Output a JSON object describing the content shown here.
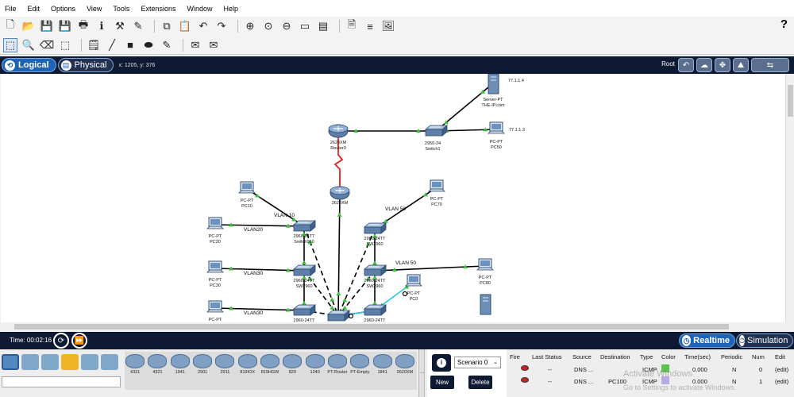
{
  "menu": [
    "File",
    "Edit",
    "Options",
    "View",
    "Tools",
    "Extensions",
    "Window",
    "Help"
  ],
  "help_label": "?",
  "tabs": {
    "logical": "Logical",
    "physical": "Physical",
    "coords": "x: 1205, y: 376",
    "root": "Root"
  },
  "network": {
    "devices": [
      {
        "id": "server",
        "type": "server",
        "labels": [
          "Server-PT",
          "THE-IP.com"
        ],
        "ip": "77.1.1.4"
      },
      {
        "id": "switch1",
        "type": "switch",
        "labels": [
          "2950-24",
          "Switch1"
        ]
      },
      {
        "id": "pc50",
        "type": "pc",
        "labels": [
          "PC-PT",
          "PC50"
        ],
        "ip": "77.1.1.3"
      },
      {
        "id": "router0",
        "type": "router",
        "labels": [
          "2620XM",
          "Router0"
        ]
      },
      {
        "id": "router2",
        "type": "router",
        "labels": [
          "2620XM"
        ]
      },
      {
        "id": "pc10",
        "type": "pc",
        "labels": [
          "PC-PT",
          "PC10"
        ]
      },
      {
        "id": "pc20",
        "type": "pc",
        "labels": [
          "PC-PT",
          "PC20"
        ]
      },
      {
        "id": "pc30",
        "type": "pc",
        "labels": [
          "PC-PT",
          "PC30"
        ]
      },
      {
        "id": "pc_b",
        "type": "pc",
        "labels": [
          "PC-PT"
        ]
      },
      {
        "id": "swa",
        "type": "switch",
        "labels": [
          "2960-24TT",
          "Switch960"
        ]
      },
      {
        "id": "swb",
        "type": "switch",
        "labels": [
          "2960-24TT",
          "SW2960"
        ]
      },
      {
        "id": "swc",
        "type": "switch",
        "labels": [
          "2960-24TT"
        ]
      },
      {
        "id": "pc70",
        "type": "pc",
        "labels": [
          "PC-PT",
          "PC70"
        ]
      },
      {
        "id": "swd",
        "type": "switch",
        "labels": [
          "2960-24TT",
          "SW2960"
        ]
      },
      {
        "id": "swe",
        "type": "switch",
        "labels": [
          "2960-24TT",
          "SW2960"
        ]
      },
      {
        "id": "swf",
        "type": "switch",
        "labels": [
          "2960-24TT"
        ]
      },
      {
        "id": "pc80",
        "type": "pc",
        "labels": [
          "PC-PT",
          "PC80"
        ]
      },
      {
        "id": "pc0",
        "type": "pc",
        "labels": [
          "PC-PT",
          "PC0"
        ]
      },
      {
        "id": "server2",
        "type": "server",
        "labels": []
      },
      {
        "id": "core",
        "type": "switch",
        "labels": []
      }
    ],
    "vlan_labels": [
      "VLAN 10",
      "VLAN20",
      "VLAN30",
      "VLAN30",
      "VLAN 50",
      "VLAN 50"
    ]
  },
  "time": {
    "label": "Time: 00:02:16"
  },
  "mode": {
    "realtime": "Realtime",
    "simulation": "Simulation"
  },
  "device_models": [
    "4331",
    "4321",
    "1941",
    "2901",
    "2911",
    "819IOX",
    "819HGW",
    "829",
    "1240",
    "PT-Router",
    "PT-Empty",
    "1841",
    "2620XM"
  ],
  "divider_label": "...",
  "scenario": {
    "selected": "Scenario 0",
    "new": "New",
    "delete": "Delete"
  },
  "pdu_table": {
    "headers": [
      "Fire",
      "Last Status",
      "Source",
      "Destination",
      "Type",
      "Color",
      "Time(sec)",
      "Periodic",
      "Num",
      "Edit"
    ],
    "rows": [
      {
        "last_status": "--",
        "source": "DNS ...",
        "destination": "",
        "type": "ICMP",
        "color": "#5ec24e",
        "time": "0.000",
        "periodic": "N",
        "num": "0",
        "edit": "(edit)"
      },
      {
        "last_status": "--",
        "source": "DNS ...",
        "destination": "PC100",
        "type": "ICMP",
        "color": "#b6a9e6",
        "time": "0.000",
        "periodic": "N",
        "num": "1",
        "edit": "(edit)"
      }
    ]
  },
  "watermark": {
    "title": "Activate Windows",
    "subtitle": "Go to Settings to activate Windows."
  },
  "colors": {
    "dark_bar": "#0e1a33",
    "accent": "#1d63b8",
    "link_green": "#3cbf3c",
    "serial_red": "#e02020",
    "link_cyan": "#25c4e8"
  }
}
